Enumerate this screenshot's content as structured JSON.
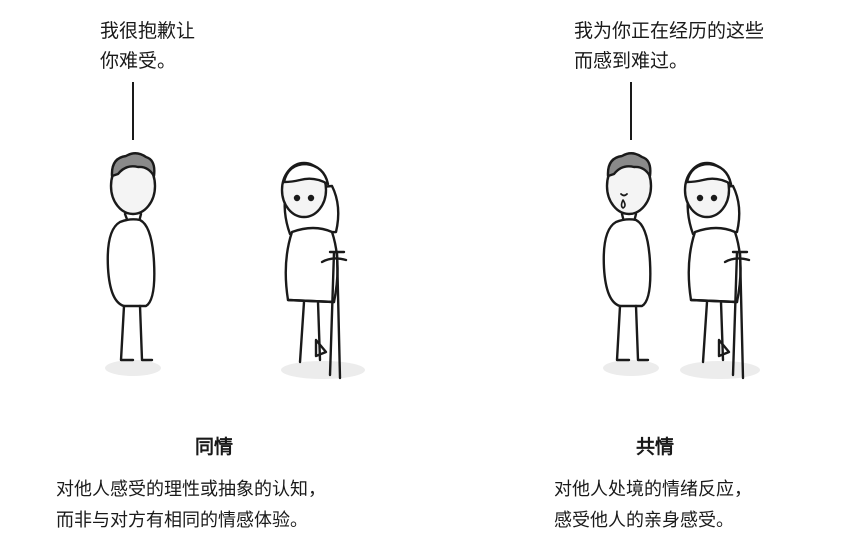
{
  "sympathy": {
    "speech_lines": [
      "我很抱歉让",
      "你难受。"
    ],
    "title": "同情",
    "description_lines": [
      "对他人感受的理性或抽象的认知，",
      "而非与对方有相同的情感体验。"
    ]
  },
  "empathy": {
    "speech_lines": [
      "我为你正在经历的这些",
      "而感到难过。"
    ],
    "title": "共情",
    "description_lines": [
      "对他人处境的情绪反应，",
      "感受他人的亲身感受。"
    ]
  },
  "colors": {
    "ink": "#1a1a1a",
    "shadow": "#ececec",
    "skin": "#f4f4f4",
    "hair": "#8a8a8a"
  }
}
